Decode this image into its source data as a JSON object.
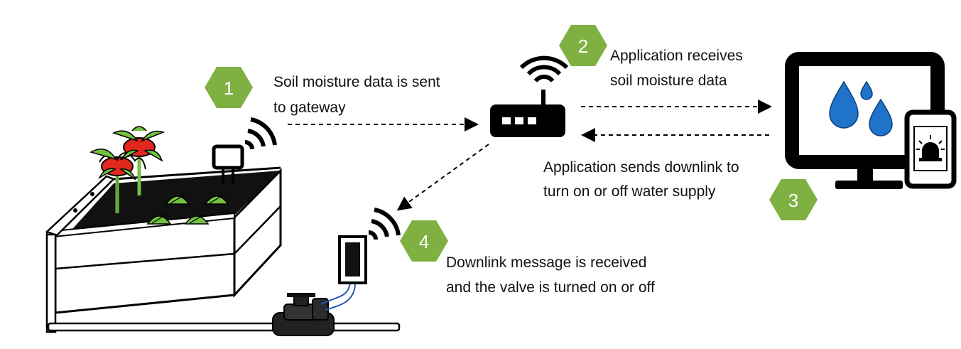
{
  "colors": {
    "step_badge": "#7fb042",
    "water_drop": "#1f73c9",
    "tomato": "#e0281e",
    "leaf": "#74c043",
    "wire": "#2a55b8",
    "outline": "#000000"
  },
  "steps": [
    {
      "number": "1",
      "lines": [
        "Soil moisture data is sent",
        "to gateway"
      ]
    },
    {
      "number": "2",
      "lines": [
        "Application receives",
        "soil moisture data"
      ]
    },
    {
      "number": "3",
      "lines": [
        "Application sends downlink to",
        "turn on or off water supply"
      ]
    },
    {
      "number": "4",
      "lines": [
        "Downlink message is received",
        "and the valve is turned on or off"
      ]
    }
  ],
  "icons": {
    "garden": "raised-garden-bed-icon",
    "sensor": "soil-moisture-sensor-icon",
    "gateway": "gateway-router-icon",
    "monitor": "desktop-monitor-icon",
    "phone": "smartphone-alarm-icon",
    "valve_controller": "valve-controller-icon",
    "valve": "water-valve-icon",
    "signal": "wireless-signal-icon"
  }
}
